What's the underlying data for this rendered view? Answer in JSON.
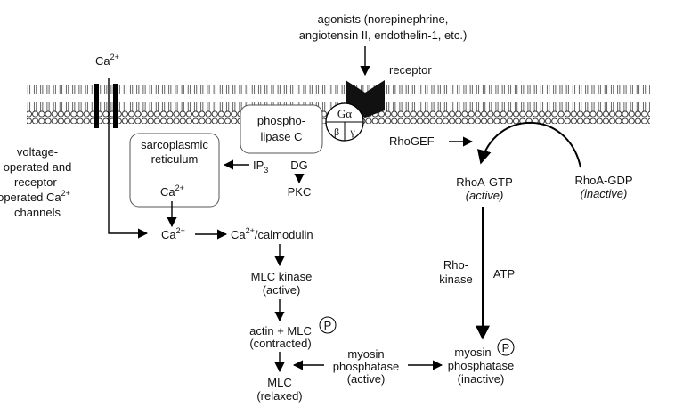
{
  "agonists": {
    "line1": "agonists (norepinephrine,",
    "line2": "angiotensin II, endothelin-1, etc.)"
  },
  "receptor": "receptor",
  "ca_channel_ion": {
    "base": "Ca",
    "sup": "2+"
  },
  "channels_label": {
    "line1": "voltage-",
    "line2": "operated and",
    "line3": "receptor-",
    "line4_base": "operated Ca",
    "line4_sup": "2+",
    "line5": "channels"
  },
  "plc": {
    "line1": "phospho-",
    "line2": "lipase C"
  },
  "g_protein": {
    "alpha": "Gα",
    "beta": "β",
    "gamma": "γ"
  },
  "sr": {
    "line1": "sarcoplasmic",
    "line2": "reticulum",
    "ca_base": "Ca",
    "ca_sup": "2+"
  },
  "ip3": {
    "base": "IP",
    "sub": "3"
  },
  "dg": "DG",
  "pkc": "PKC",
  "ca_free": {
    "base": "Ca",
    "sup": "2+"
  },
  "ca_calmodulin": {
    "base": "Ca",
    "sup": "2+",
    "rest": "/calmodulin"
  },
  "mlc_kinase": {
    "line1": "MLC  kinase",
    "line2": "(active)"
  },
  "actin_mlc": {
    "line1": "actin + MLC",
    "line2": "(contracted)",
    "p": "P"
  },
  "mlc_relaxed": {
    "line1": "MLC",
    "line2": "(relaxed)"
  },
  "myosin_phosphatase_active": {
    "line1": "myosin",
    "line2": "phosphatase",
    "line3": "(active)"
  },
  "myosin_phosphatase_inactive": {
    "line1": "myosin",
    "line2": "phosphatase",
    "line3": "(inactive)",
    "p": "P"
  },
  "rhogef": "RhoGEF",
  "rhoa_gtp": {
    "line1": "RhoA-GTP",
    "line2": "(active)"
  },
  "rhoa_gdp": {
    "line1": "RhoA-GDP",
    "line2": "(inactive)"
  },
  "rho_kinase": {
    "line1": "Rho-",
    "line2": "kinase"
  },
  "atp": "ATP"
}
